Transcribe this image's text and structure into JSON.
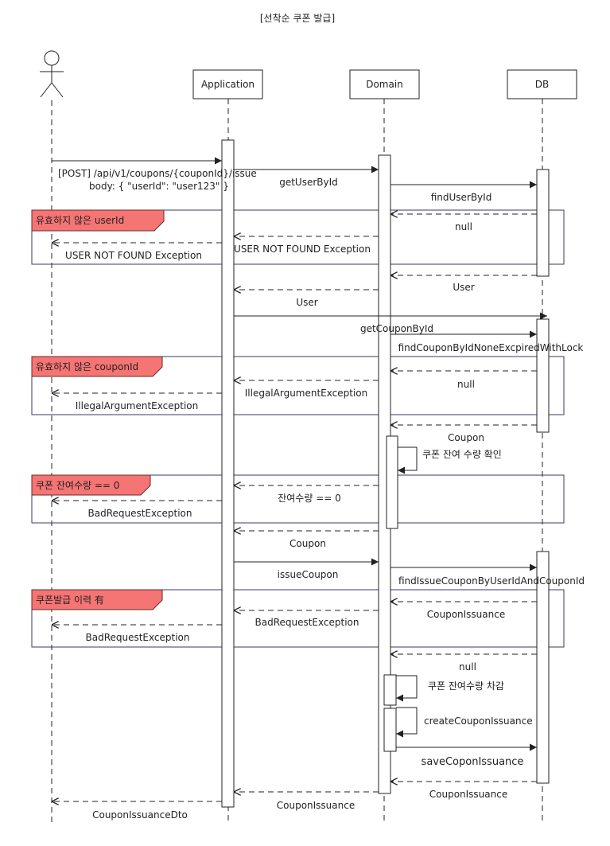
{
  "title": "[선착순 쿠폰 발급]",
  "participants": {
    "actor": "",
    "application": "Application",
    "domain": "Domain",
    "db": "DB"
  },
  "fragments": {
    "invalid_user": "유효하지 않은 userId",
    "invalid_coupon": "유효하지 않은 couponId",
    "stock_zero": "쿠폰 잔여수량 == 0",
    "already_issued": "쿠폰발급 이력 有"
  },
  "messages": {
    "post_request_line1": "[POST] /api/v1/coupons/{couponId}/issue",
    "post_request_line2": "body: { \"userId\": \"user123\" }",
    "get_user_by_id": "getUserById",
    "find_user_by_id": "findUserById",
    "null_1": "null",
    "user_not_found_domain": "USER NOT FOUND Exception",
    "user_not_found_app": "USER NOT FOUND Exception",
    "user_db": "User",
    "user_domain": "User",
    "get_coupon_by_id": "getCouponById",
    "find_coupon": "findCouponByIdNoneExcpiredWithLock",
    "null_2": "null",
    "illegal_arg_domain": "IllegalArgumentException",
    "illegal_arg_app": "IllegalArgumentException",
    "coupon_db": "Coupon",
    "check_stock": "쿠폰 잔여 수량 확인",
    "stock_eq_zero": "잔여수량 == 0",
    "bad_request_1": "BadRequestException",
    "coupon_domain": "Coupon",
    "issue_coupon": "issueCoupon",
    "find_issue_coupon": "findIssueCouponByUserIdAndCouponId",
    "coupon_issuance_db": "CouponIssuance",
    "bad_request_domain": "BadRequestException",
    "bad_request_app": "BadRequestException",
    "null_3": "null",
    "decrease_stock": "쿠폰 잔여수량 차감",
    "create_issuance": "createCouponIssuance",
    "save_issuance": "saveCoponIssuance",
    "coupon_issuance_db2": "CouponIssuance",
    "coupon_issuance_domain": "CouponIssuance",
    "coupon_issuance_dto": "CouponIssuanceDto"
  }
}
